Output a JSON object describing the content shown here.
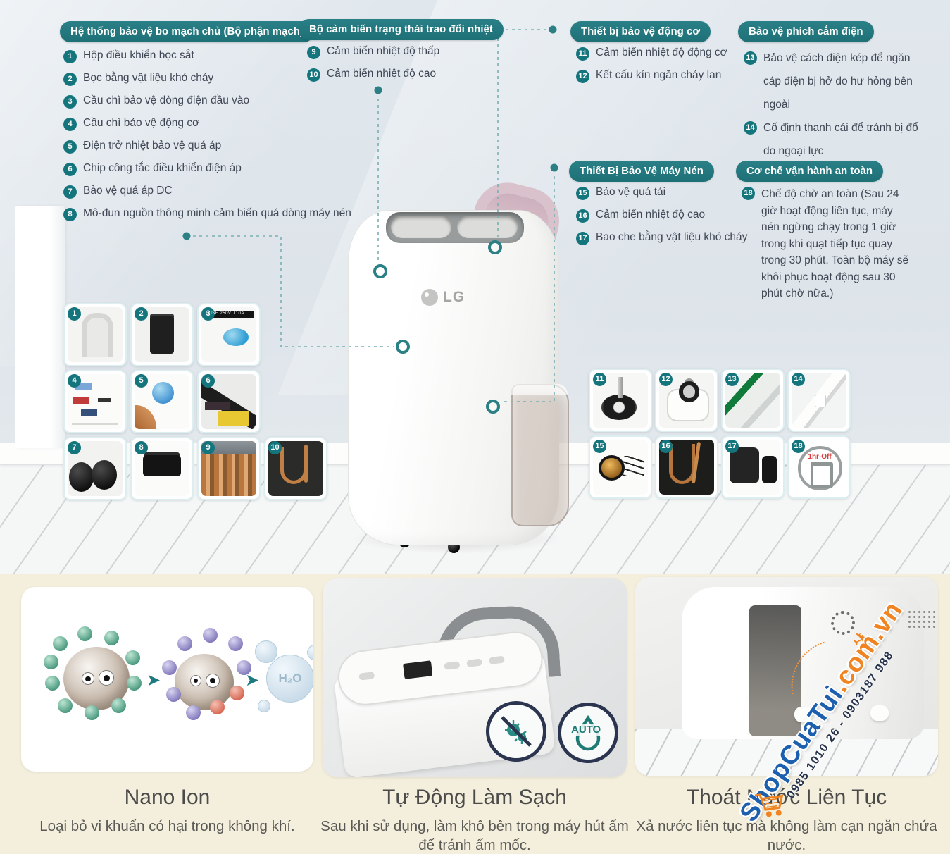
{
  "colors": {
    "teal": "#1d7076",
    "badge_teal": "#15757d",
    "wall": "#dde4ea",
    "cream": "#f4eedd",
    "watermark_blue": "#1b5fae",
    "watermark_orange": "#f08420",
    "alert_red": "#d43c3c"
  },
  "sections": [
    {
      "title": "Hệ thống bảo vệ bo mạch chủ (Bộ phận mạch)",
      "items": [
        {
          "num": "1",
          "text": "Hộp điều khiển bọc sắt"
        },
        {
          "num": "2",
          "text": "Bọc bằng vật liệu khó cháy"
        },
        {
          "num": "3",
          "text": "Cầu chì bảo vệ dòng điện đầu vào"
        },
        {
          "num": "4",
          "text": "Cầu chì bảo vệ động cơ"
        },
        {
          "num": "5",
          "text": "Điện trở nhiệt bảo vệ quá áp"
        },
        {
          "num": "6",
          "text": "Chip công tắc điều khiển điện áp"
        },
        {
          "num": "7",
          "text": "Bảo vệ quá áp DC"
        },
        {
          "num": "8",
          "text": "Mô-đun nguồn thông minh cảm biến quá dòng máy nén"
        }
      ]
    },
    {
      "title": "Bộ cảm biến trạng thái trao đổi nhiệt",
      "items": [
        {
          "num": "9",
          "text": "Cảm biến nhiệt độ thấp"
        },
        {
          "num": "10",
          "text": "Cảm biến nhiệt độ cao"
        }
      ]
    },
    {
      "title": "Thiết bị bảo vệ động cơ",
      "items": [
        {
          "num": "11",
          "text": "Cảm biến nhiệt độ động cơ"
        },
        {
          "num": "12",
          "text": "Kết cấu kín ngăn cháy lan"
        }
      ]
    },
    {
      "title": "Bảo vệ phích cắm điện",
      "items": [
        {
          "num": "13",
          "text": "Bảo vệ cách điện kép để ngăn cáp điện bị hở do hư hỏng bên ngoài"
        },
        {
          "num": "14",
          "text": "Cố định thanh cái để tránh bị đổ do ngoại lực"
        }
      ]
    },
    {
      "title": "Thiết Bị Bảo Vệ Máy Nén",
      "items": [
        {
          "num": "15",
          "text": "Bảo vệ quá tải"
        },
        {
          "num": "16",
          "text": "Cảm biến nhiệt độ cao"
        },
        {
          "num": "17",
          "text": "Bao che bằng vật liệu khó cháy"
        }
      ]
    },
    {
      "title": "Cơ chế vận hành an toàn",
      "items": [
        {
          "num": "18",
          "text": "Chế độ chờ an toàn (Sau 24 giờ hoạt động liên tục, máy nén ngừng chạy trong 1 giờ trong khi quạt tiếp tục quay trong 30 phút. Toàn bộ máy sẽ khôi phục hoạt động sau 30 phút chờ nữa.)"
        }
      ]
    }
  ],
  "product": {
    "brand": "LG"
  },
  "thumbs_left": [
    {
      "num": "1",
      "name": "control-box-cover"
    },
    {
      "num": "2",
      "name": "circuit-module"
    },
    {
      "num": "3",
      "name": "fuse",
      "label": "FUSE 250V T10A"
    },
    {
      "num": "4",
      "name": "main-pcb"
    },
    {
      "num": "5",
      "name": "thermistor"
    },
    {
      "num": "6",
      "name": "switch-chip-board"
    },
    {
      "num": "7",
      "name": "dc-capacitors"
    },
    {
      "num": "8",
      "name": "smart-power-module"
    },
    {
      "num": "9",
      "name": "heat-exchanger-low"
    },
    {
      "num": "10",
      "name": "heat-exchanger-high"
    }
  ],
  "thumbs_right": [
    {
      "num": "11",
      "name": "motor-temp-sensor"
    },
    {
      "num": "12",
      "name": "sealed-motor"
    },
    {
      "num": "13",
      "name": "double-insulated-cable"
    },
    {
      "num": "14",
      "name": "cable-fixing-bar"
    },
    {
      "num": "15",
      "name": "overload-protector"
    },
    {
      "num": "16",
      "name": "compressor-high-temp-sensor"
    },
    {
      "num": "17",
      "name": "fireproof-cover"
    },
    {
      "num": "18",
      "name": "safe-standby-diagram",
      "label": "1hr-Off"
    }
  ],
  "features": [
    {
      "title": "Nano Ion",
      "desc": "Loại bỏ vi khuẩn có hại trong không khí."
    },
    {
      "title": "Tự Động Làm Sạch",
      "desc": "Sau khi sử dụng, làm khô bên trong máy hút ẩm để tránh ẩm mốc."
    },
    {
      "title": "Thoát Nước Liên Tục",
      "desc": "Xả nước liên tục mà không làm cạn ngăn chứa nước."
    }
  ],
  "badges": {
    "auto": "AUTO",
    "h2o": "H₂O"
  },
  "watermark": {
    "brand": "ShopCuaTui",
    "domain": ".com.vn",
    "phone": "0985 1010 26 - 0903187 988"
  }
}
